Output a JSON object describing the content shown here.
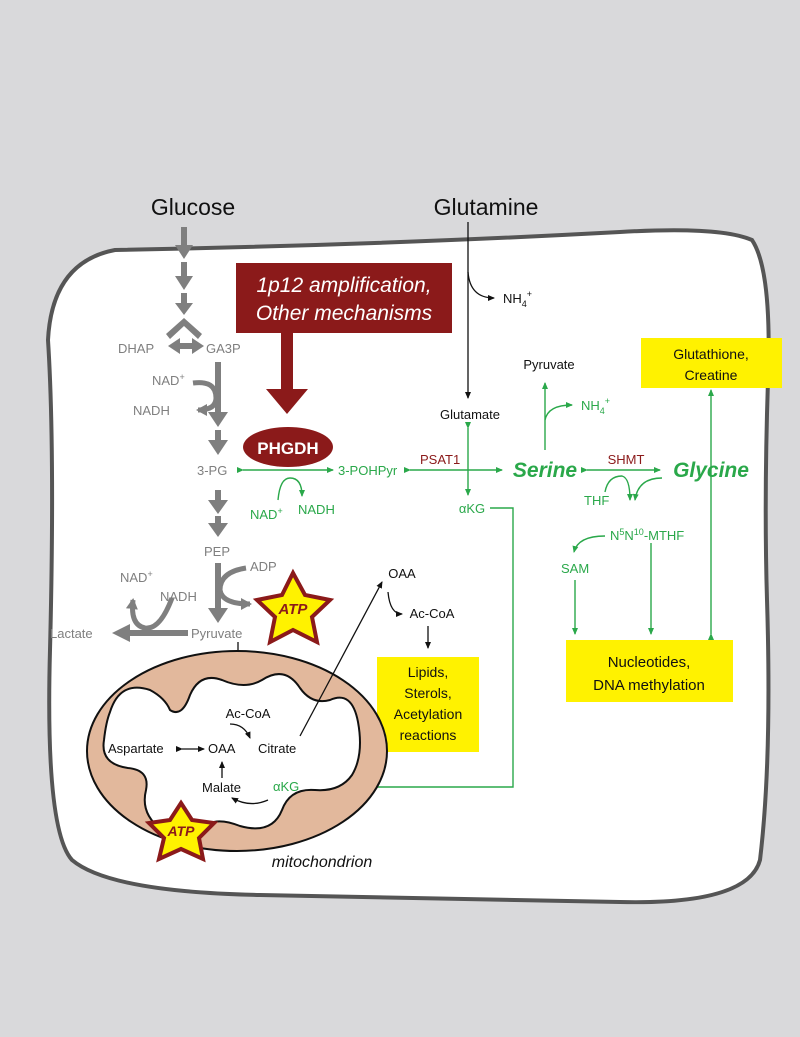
{
  "inputs": {
    "glucose": "Glucose",
    "glutamine": "Glutamine"
  },
  "glycolysis": {
    "dhap": "DHAP",
    "ga3p": "GA3P",
    "nad": "NAD",
    "nad_sup": "+",
    "nadh": "NADH",
    "pg3": "3-PG",
    "pep": "PEP",
    "adp": "ADP",
    "atp": "ATP",
    "lactate": "Lactate",
    "pyruvate": "Pyruvate",
    "lac_nad": "NAD",
    "lac_nad_sup": "+",
    "lac_nadh": "NADH"
  },
  "regulation": {
    "line1": "1p12 amplification,",
    "line2": "Other mechanisms"
  },
  "enzymes": {
    "phgdh": "PHGDH",
    "psat1": "PSAT1",
    "shmt": "SHMT"
  },
  "serine_pathway": {
    "pohpyr": "3-POHPyr",
    "nad": "NAD",
    "nad_sup": "+",
    "nadh": "NADH",
    "glutamate": "Glutamate",
    "akg": "αKG",
    "serine": "Serine",
    "glycine": "Glycine",
    "pyruvate": "Pyruvate",
    "nh4": "NH",
    "nh4_sub": "4",
    "nh4_sup": "+",
    "thf": "THF",
    "mthf_n1": "N",
    "mthf_s1": "5",
    "mthf_n2": "N",
    "mthf_s2": "10",
    "mthf_rest": "-MTHF",
    "sam": "SAM"
  },
  "glutamine_branch": {
    "nh4": "NH",
    "nh4_sub": "4",
    "nh4_sup": "+"
  },
  "outputs": {
    "glutathione_1": "Glutathione,",
    "glutathione_2": "Creatine",
    "nucleotides_1": "Nucleotides,",
    "nucleotides_2": "DNA methylation",
    "lipids_1": "Lipids,",
    "lipids_2": "Sterols,",
    "lipids_3": "Acetylation",
    "lipids_4": "reactions"
  },
  "cytosol": {
    "oaa": "OAA",
    "accoa": "Ac-CoA"
  },
  "mitochondrion": {
    "label": "mitochondrion",
    "accoa": "Ac-CoA",
    "oaa": "OAA",
    "citrate": "Citrate",
    "aspartate": "Aspartate",
    "malate": "Malate",
    "akg": "αKG",
    "atp": "ATP"
  },
  "colors": {
    "green": "#2aa84a",
    "darkred": "#8b1a1a",
    "gray": "#7f7f7f",
    "yellow": "#fff200",
    "mito": "#e2b89c"
  }
}
